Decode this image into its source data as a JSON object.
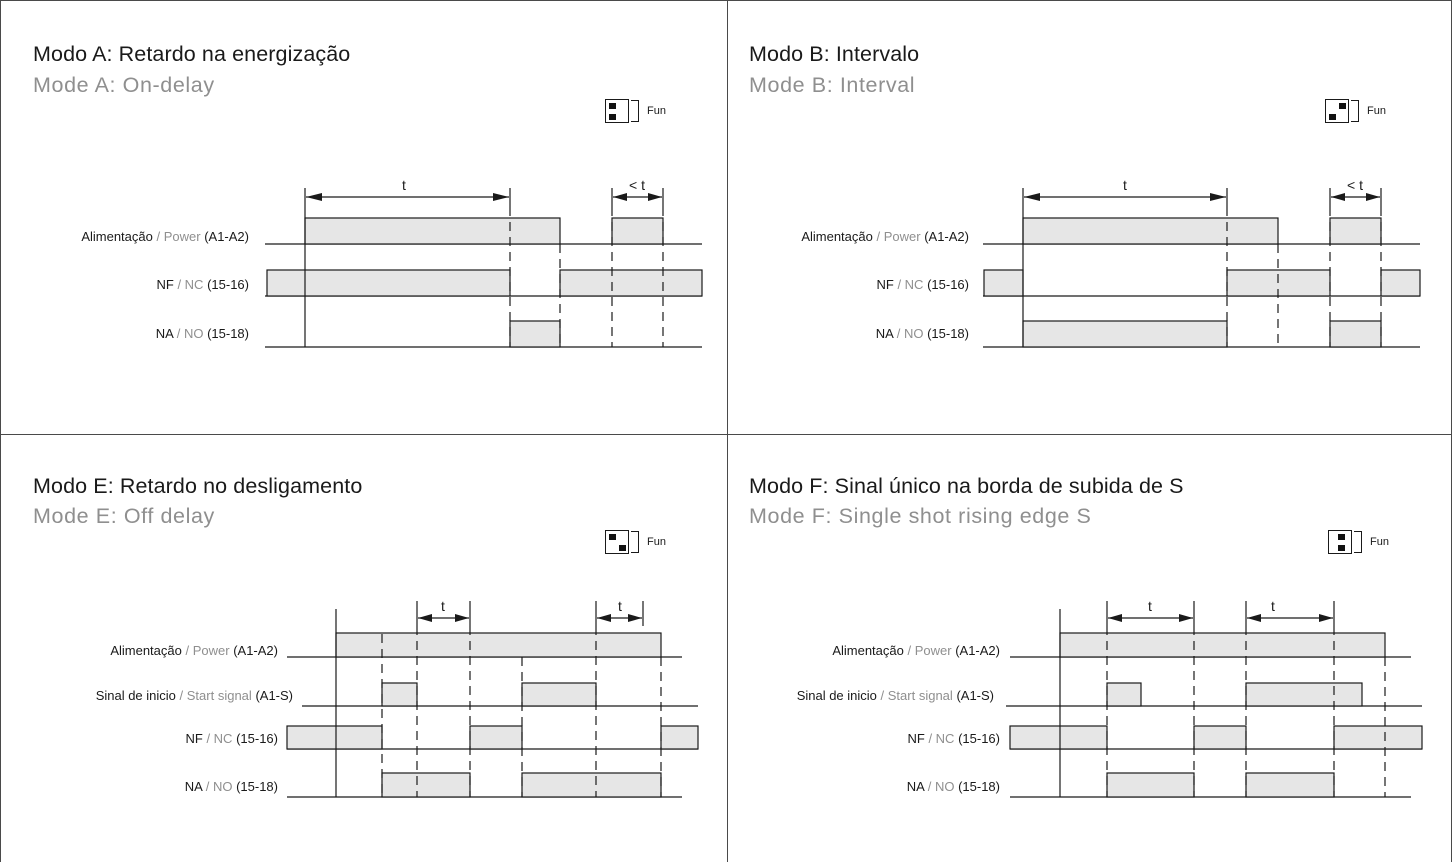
{
  "colors": {
    "pulse_fill": "#e6e6e6",
    "line": "#1a1a1a",
    "english_text": "#8f8f8f"
  },
  "fun_label": "Fun",
  "panels": [
    {
      "id": "a",
      "title_pt": "Modo A: Retardo na energização",
      "title_en": "Mode A: On-delay",
      "fun_dip": "a",
      "signals": [
        {
          "pt": "Alimentação",
          "en": "Power",
          "pins": "(A1-A2)"
        },
        {
          "pt": "NF",
          "en": "NC",
          "pins": "(15-16)"
        },
        {
          "pt": "NA",
          "en": "NO",
          "pins": "(15-18)"
        }
      ],
      "time_labels": [
        "t",
        "< t"
      ]
    },
    {
      "id": "b",
      "title_pt": "Modo B: Intervalo",
      "title_en": "Mode B: Interval",
      "fun_dip": "b",
      "signals": [
        {
          "pt": "Alimentação",
          "en": "Power",
          "pins": "(A1-A2)"
        },
        {
          "pt": "NF",
          "en": "NC",
          "pins": "(15-16)"
        },
        {
          "pt": "NA",
          "en": "NO",
          "pins": "(15-18)"
        }
      ],
      "time_labels": [
        "t",
        "< t"
      ]
    },
    {
      "id": "e",
      "title_pt": "Modo E: Retardo no desligamento",
      "title_en": "Mode E: Off delay",
      "fun_dip": "e",
      "signals": [
        {
          "pt": "Alimentação",
          "en": "Power",
          "pins": "(A1-A2)"
        },
        {
          "pt": "Sinal de inicio",
          "en": "Start signal",
          "pins": "(A1-S)"
        },
        {
          "pt": "NF",
          "en": "NC",
          "pins": "(15-16)"
        },
        {
          "pt": "NA",
          "en": "NO",
          "pins": "(15-18)"
        }
      ],
      "time_labels": [
        "t",
        "t"
      ]
    },
    {
      "id": "f",
      "title_pt": "Modo F: Sinal único na borda de subida de S",
      "title_en": "Mode F: Single shot rising edge S",
      "fun_dip": "f",
      "signals": [
        {
          "pt": "Alimentação",
          "en": "Power",
          "pins": "(A1-A2)"
        },
        {
          "pt": "Sinal de inicio",
          "en": "Start signal",
          "pins": "(A1-S)"
        },
        {
          "pt": "NF",
          "en": "NC",
          "pins": "(15-16)"
        },
        {
          "pt": "NA",
          "en": "NO",
          "pins": "(15-18)"
        }
      ],
      "time_labels": [
        "t",
        "t"
      ]
    }
  ]
}
